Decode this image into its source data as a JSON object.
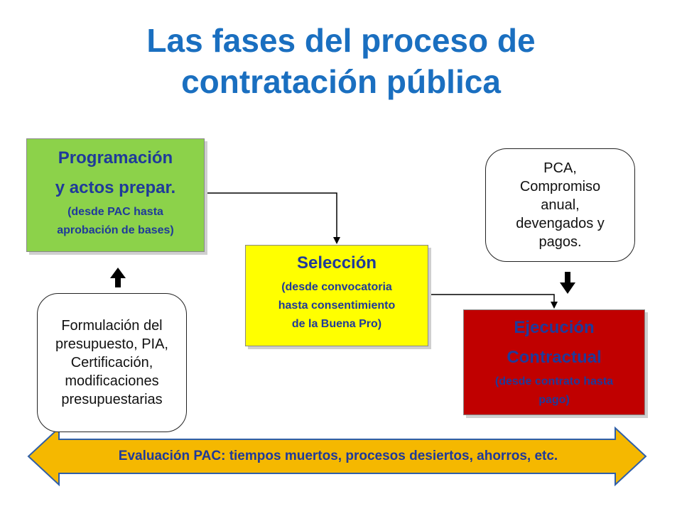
{
  "title": {
    "line1": "Las fases del proceso de",
    "line2": "contratación pública"
  },
  "programacion": {
    "title_line1": "Programación",
    "title_line2": "y actos prepar.",
    "sub_line1": "(desde PAC hasta",
    "sub_line2": "aprobación de bases)"
  },
  "seleccion": {
    "title": "Selección",
    "sub_line1": "(desde convocatoria",
    "sub_line2": "hasta consentimiento",
    "sub_line3": "de la Buena Pro)"
  },
  "ejecucion": {
    "title_line1": "Ejecución",
    "title_line2": "Contractual",
    "sub_line1": "(desde contrato hasta",
    "sub_line2": "pago)"
  },
  "presupuesto_note": {
    "lines": [
      "Formulación del",
      "presupuesto, PIA,",
      "Certificación,",
      "modificaciones",
      "presupuestarias"
    ]
  },
  "pca_note": {
    "lines": [
      "PCA,",
      "Compromiso",
      "anual,",
      "devengados y",
      "pagos."
    ]
  },
  "banner": {
    "text": "Evaluación PAC: tiempos muertos, procesos desiertos, ahorros, etc."
  },
  "colors": {
    "title": "#1a6fc0",
    "box_text": "#1f3a9a",
    "programacion_fill": "#8cd24a",
    "seleccion_fill": "#ffff00",
    "ejecucion_fill": "#c00000",
    "banner_fill": "#f5b800"
  }
}
